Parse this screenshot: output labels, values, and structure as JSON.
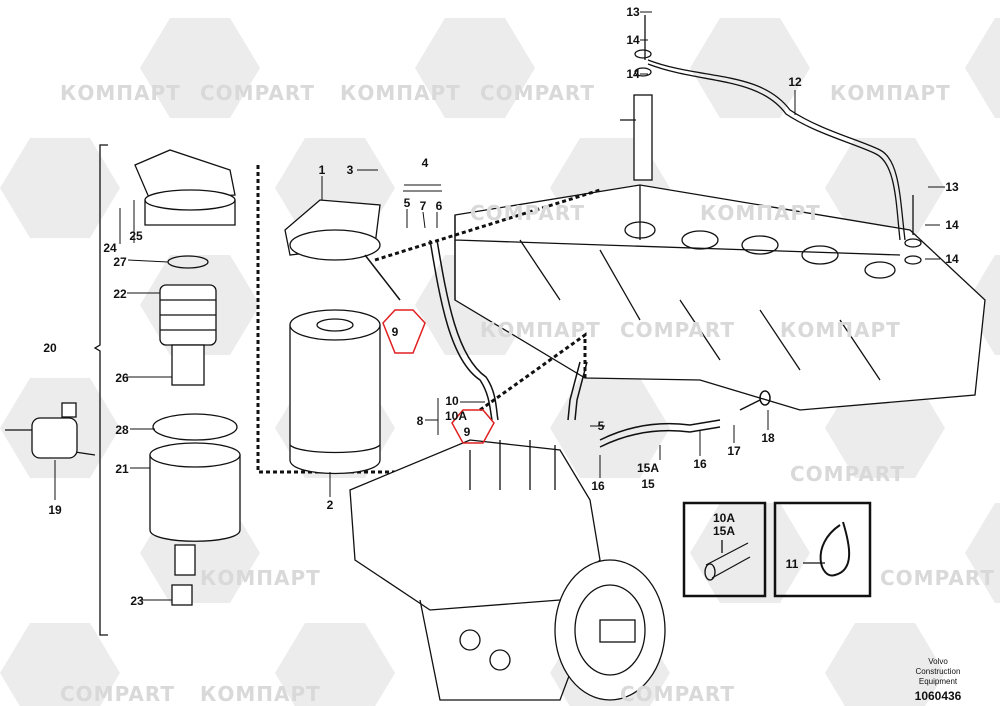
{
  "watermark": {
    "text_latin": "COMPART",
    "text_cyrillic": "КОМПАРТ"
  },
  "labels": [
    "13",
    "14",
    "14",
    "12",
    "13",
    "14",
    "14",
    "1",
    "3",
    "4",
    "5",
    "7",
    "6",
    "24",
    "25",
    "27",
    "22",
    "20",
    "26",
    "28",
    "21",
    "19",
    "23",
    "9",
    "2",
    "10",
    "10A",
    "8",
    "9",
    "5",
    "15A",
    "15",
    "16",
    "16",
    "17",
    "18",
    "11"
  ],
  "inset_hose": {
    "line1": "10A",
    "line2": "15A"
  },
  "footer": {
    "company_line1": "Volvo Construction",
    "company_line2": "Equipment",
    "drawing_number": "1060436"
  },
  "colors": {
    "line": "#111111",
    "highlight": "#e02020",
    "watermark": "#d9d9d9"
  }
}
